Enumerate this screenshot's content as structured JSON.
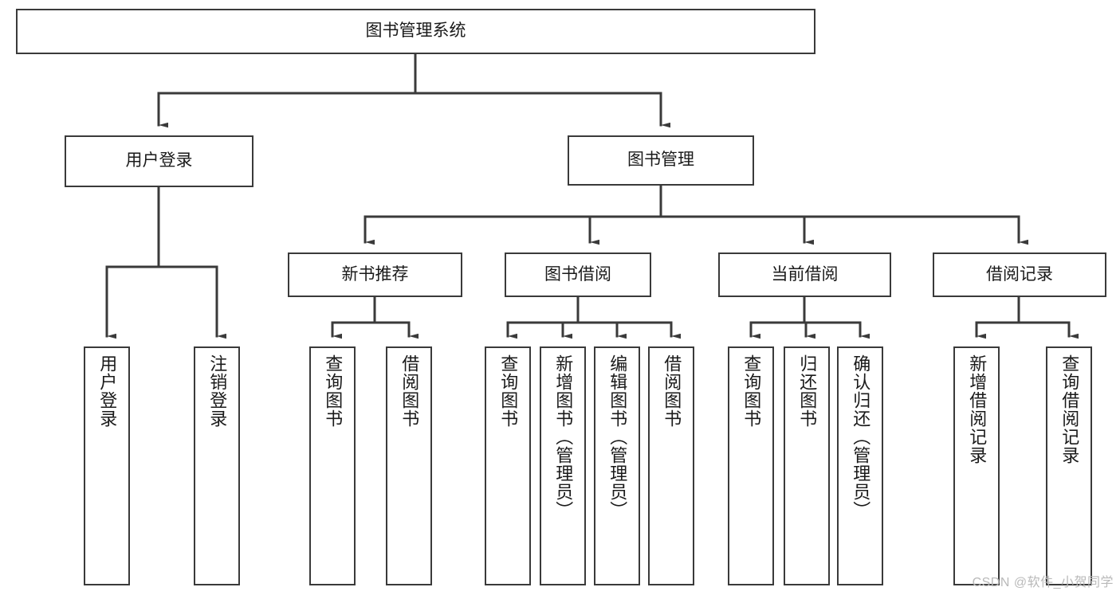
{
  "diagram": {
    "type": "tree-hierarchy",
    "title": "图书管理系统",
    "watermark": "CSDN @软件_小贺同学",
    "colors": {
      "stroke": "#3a3a3a",
      "fill": "#ffffff",
      "text": "#1a1a1a",
      "watermark": "#b9b9b9"
    },
    "nodes": {
      "root": {
        "label": "图书管理系统"
      },
      "level1": [
        {
          "id": "user-login",
          "label": "用户登录"
        },
        {
          "id": "book-manage",
          "label": "图书管理"
        }
      ],
      "level2": [
        {
          "id": "new-book-rec",
          "label": "新书推荐"
        },
        {
          "id": "book-borrow",
          "label": "图书借阅"
        },
        {
          "id": "current-borrow",
          "label": "当前借阅"
        },
        {
          "id": "borrow-record",
          "label": "借阅记录"
        }
      ],
      "leaves": [
        {
          "id": "leaf-user-login",
          "label": "用户登录",
          "parent": "user-login"
        },
        {
          "id": "leaf-logout",
          "label": "注销登录",
          "parent": "user-login"
        },
        {
          "id": "leaf-query-book-1",
          "label": "查询图书",
          "parent": "new-book-rec"
        },
        {
          "id": "leaf-borrow-book-1",
          "label": "借阅图书",
          "parent": "new-book-rec"
        },
        {
          "id": "leaf-query-book-2",
          "label": "查询图书",
          "parent": "book-borrow"
        },
        {
          "id": "leaf-add-book",
          "label": "新增图书（管理员）",
          "parent": "book-borrow"
        },
        {
          "id": "leaf-edit-book",
          "label": "编辑图书（管理员）",
          "parent": "book-borrow"
        },
        {
          "id": "leaf-borrow-book-2",
          "label": "借阅图书",
          "parent": "book-borrow"
        },
        {
          "id": "leaf-query-book-3",
          "label": "查询图书",
          "parent": "current-borrow"
        },
        {
          "id": "leaf-return-book",
          "label": "归还图书",
          "parent": "current-borrow"
        },
        {
          "id": "leaf-confirm-return",
          "label": "确认归还（管理员）",
          "parent": "current-borrow"
        },
        {
          "id": "leaf-add-record",
          "label": "新增借阅记录",
          "parent": "borrow-record"
        },
        {
          "id": "leaf-query-record",
          "label": "查询借阅记录",
          "parent": "borrow-record"
        }
      ]
    }
  }
}
